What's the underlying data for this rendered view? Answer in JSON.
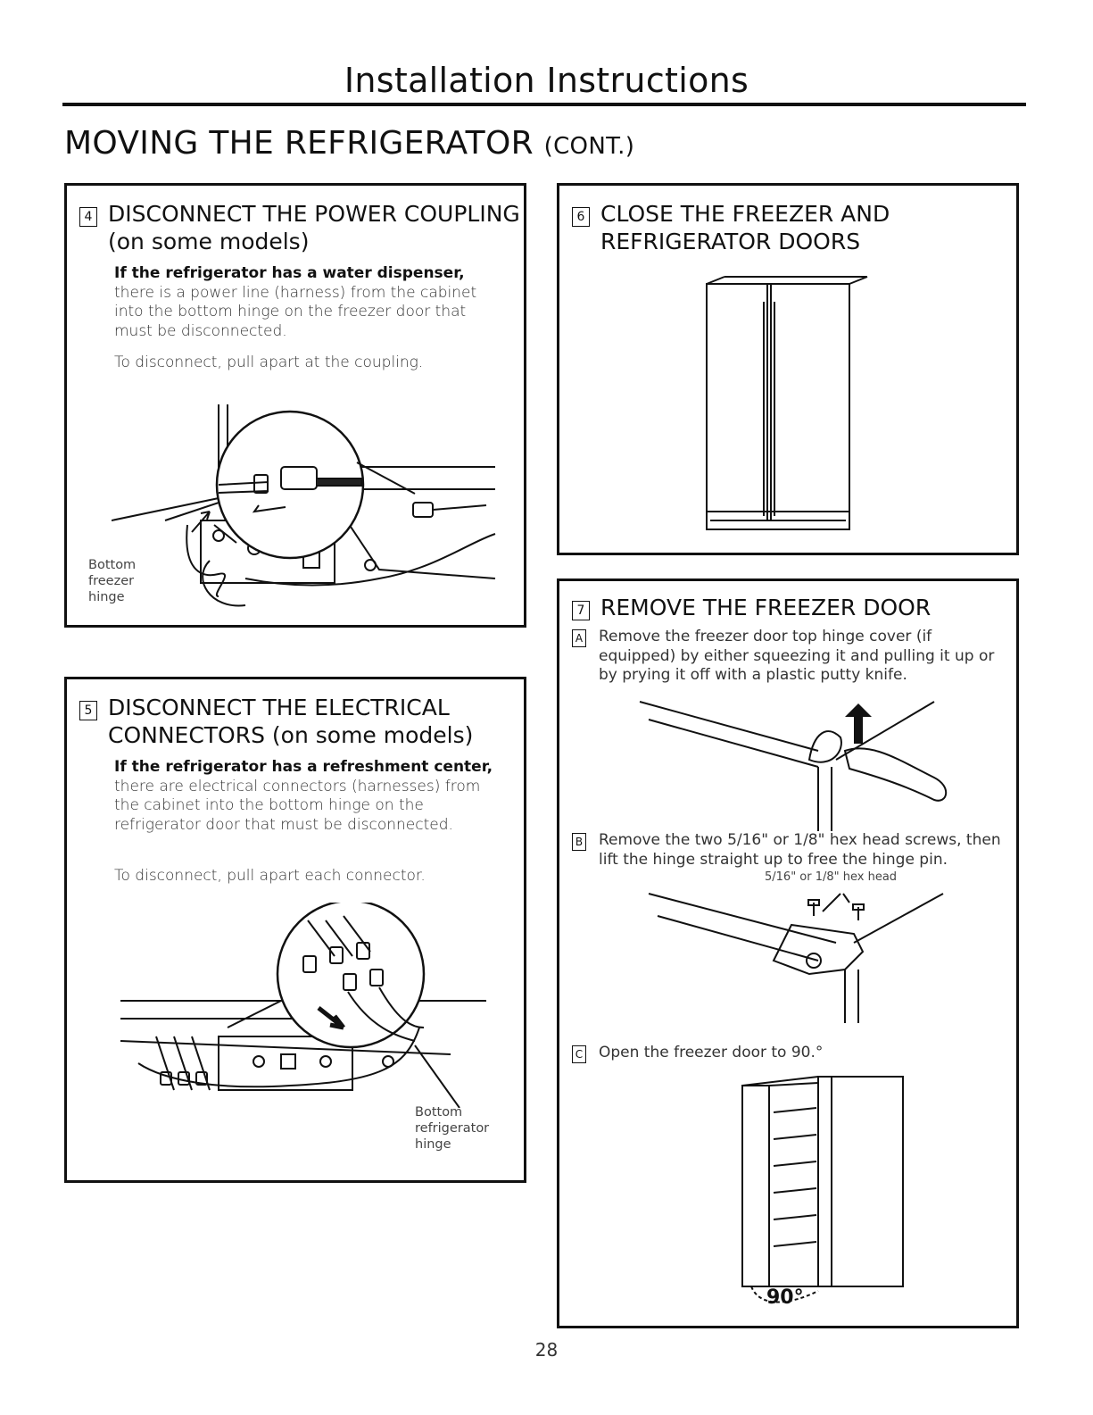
{
  "header": {
    "title": "Installation Instructions"
  },
  "main": {
    "title": "MOVING THE REFRIGERATOR",
    "title_suffix": "(CONT.)"
  },
  "step4": {
    "number": "4",
    "title": "DISCONNECT THE POWER COUPLING",
    "subtitle": "(on some models)",
    "lead": "If the refrigerator has a water dispenser,",
    "body": "there is a power line (harness) from the cabinet into the bottom hinge on the freezer door that must be disconnected.",
    "body2": "To disconnect, pull apart at the coupling.",
    "caption": [
      "Bottom",
      "freezer",
      "hinge"
    ]
  },
  "step5": {
    "number": "5",
    "title": "DISCONNECT THE ELECTRICAL",
    "subtitle": "CONNECTORS (on some models)",
    "lead": "If the refrigerator has a refreshment center,",
    "body": "there are electrical connectors (harnesses) from the cabinet into the bottom hinge on the refrigerator door that must be disconnected.",
    "body2": "To disconnect, pull apart each connector.",
    "caption": [
      "Bottom",
      "refrigerator",
      "hinge"
    ]
  },
  "step6": {
    "number": "6",
    "title": "CLOSE THE FREEZER AND",
    "subtitle": "REFRIGERATOR DOORS"
  },
  "step7": {
    "number": "7",
    "title": "REMOVE THE FREEZER DOOR",
    "a": {
      "letter": "A",
      "text": "Remove the freezer door top hinge cover (if equipped) by either squeezing it and pulling it up or by prying it off with a plastic putty knife."
    },
    "b": {
      "letter": "B",
      "text": "Remove the two 5/16\" or 1/8\" hex head screws, then lift the hinge straight up to free the hinge pin.",
      "label": "5/16\" or 1/8\" hex head"
    },
    "c": {
      "letter": "C",
      "text": "Open the freezer door to 90.°",
      "angle": "90°"
    }
  },
  "page_number": "28"
}
